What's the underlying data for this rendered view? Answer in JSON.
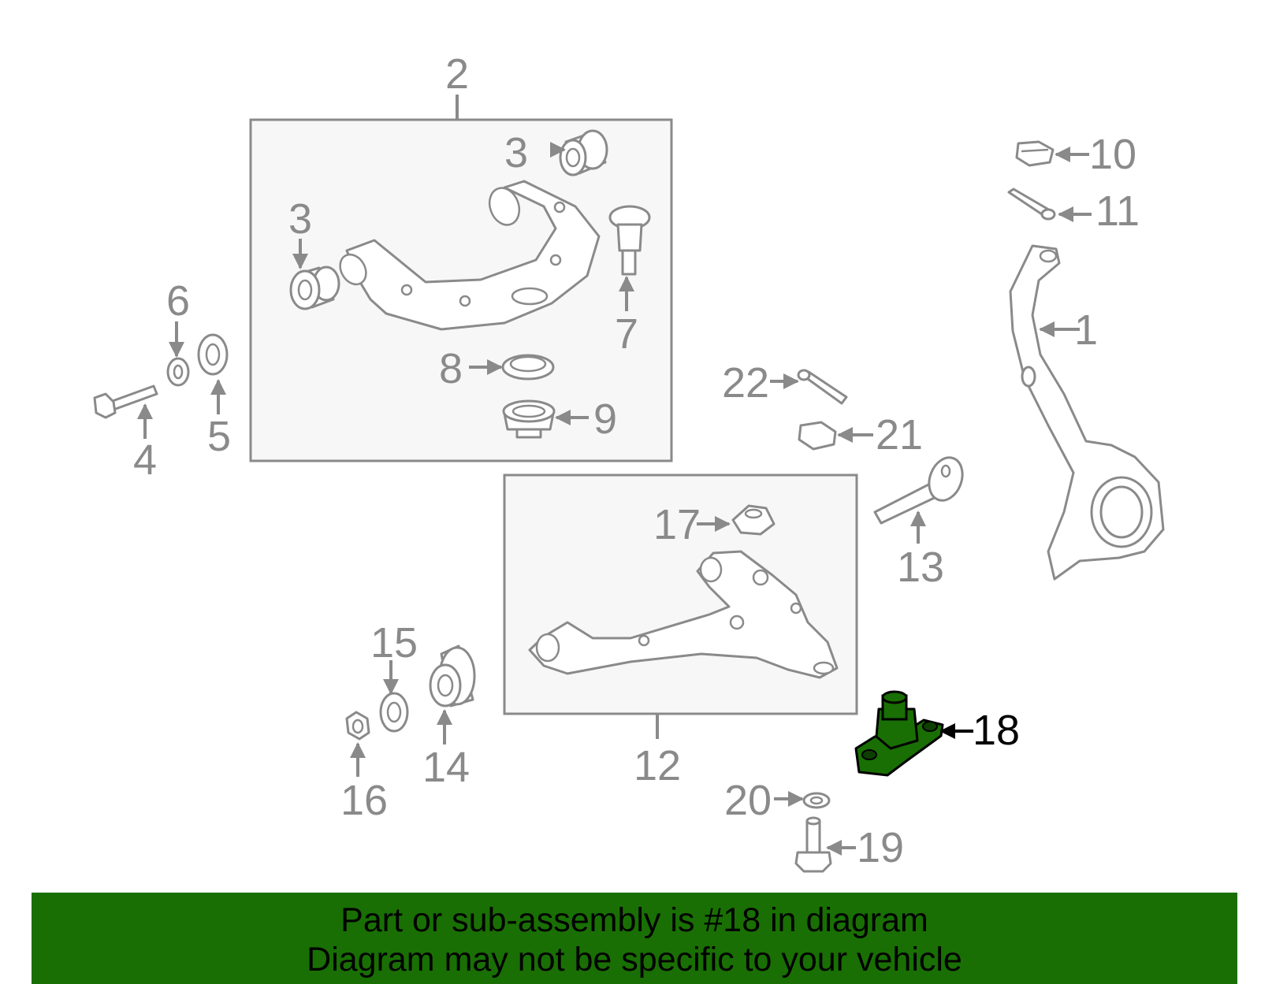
{
  "labels": {
    "n1": "1",
    "n2": "2",
    "n3a": "3",
    "n3b": "3",
    "n4": "4",
    "n5": "5",
    "n6": "6",
    "n7": "7",
    "n8": "8",
    "n9": "9",
    "n10": "10",
    "n11": "11",
    "n12": "12",
    "n13": "13",
    "n14": "14",
    "n15": "15",
    "n16": "16",
    "n17": "17",
    "n18": "18",
    "n19": "19",
    "n20": "20",
    "n21": "21",
    "n22": "22"
  },
  "highlight": {
    "part": "18",
    "color": "#196f03"
  },
  "banner": {
    "line1": "Part or sub-assembly is #18 in diagram",
    "line2": "Diagram may not be specific to your vehicle",
    "background": "#196f03"
  }
}
